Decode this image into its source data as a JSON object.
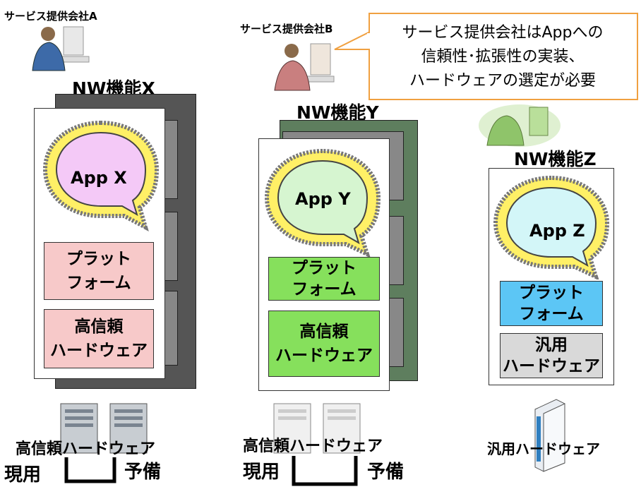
{
  "companies": {
    "a": "サービス提供会社A",
    "b": "サービス提供会社B"
  },
  "callout": {
    "line1": "サービス提供会社はAppへの",
    "line2": "信頼性･拡張性の実装、",
    "line3": "ハードウェアの選定が必要"
  },
  "functions": [
    {
      "title": "NW機能X",
      "app": "App X",
      "platform": [
        "プラット",
        "フォーム"
      ],
      "hardware": [
        "高信頼",
        "ハードウェア"
      ],
      "colors": {
        "app": "#f4c9f7",
        "platform": "#f7c9c9",
        "hardware": "#f7c9c9",
        "back": "#555555"
      }
    },
    {
      "title": "NW機能Y",
      "app": "App Y",
      "platform": [
        "プラット",
        "フォーム"
      ],
      "hardware": [
        "高信頼",
        "ハードウェア"
      ],
      "colors": {
        "app": "#d6f5d0",
        "platform": "#86e05c",
        "hardware": "#86e05c",
        "back": "#5e7e5e"
      }
    },
    {
      "title": "NW機能Z",
      "app": "App Z",
      "platform": [
        "プラット",
        "フォーム"
      ],
      "hardware": [
        "汎用",
        "ハードウェア"
      ],
      "colors": {
        "app": "#d3f6f8",
        "platform": "#5cc6f5",
        "hardware": "#d9d9d9"
      }
    }
  ],
  "bottom": {
    "x": {
      "hw": "高信頼ハードウェア",
      "active": "現用",
      "standby": "予備"
    },
    "y": {
      "hw": "高信頼ハードウェア",
      "active": "現用",
      "standby": "予備"
    },
    "z": {
      "hw": "汎用ハードウェア"
    }
  }
}
